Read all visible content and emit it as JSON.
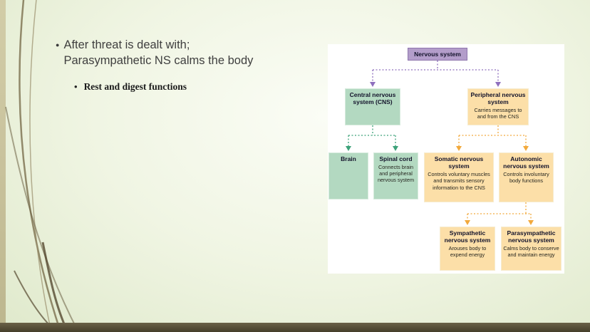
{
  "slide": {
    "bullets": {
      "main_dot": "●",
      "main_line1": "After threat is dealt with;",
      "main_line2": "Parasympathetic NS calms the body",
      "sub_dot": "•",
      "sub": "Rest and digest functions"
    }
  },
  "diagram": {
    "root": {
      "label": "Nervous system"
    },
    "cns": {
      "label": "Central nervous system (CNS)"
    },
    "peripheral": {
      "label": "Peripheral nervous system",
      "desc": "Carries messages to and from the CNS"
    },
    "brain": {
      "label": "Brain"
    },
    "spinal": {
      "label": "Spinal cord",
      "desc": "Connects brain and peripheral nervous system"
    },
    "somatic": {
      "label": "Somatic nervous system",
      "desc": "Controls voluntary muscles and transmits sensory information to the CNS"
    },
    "autonomic": {
      "label": "Autonomic nervous system",
      "desc": "Controls involuntary body functions"
    },
    "sympathetic": {
      "label": "Sympathetic nervous system",
      "desc": "Arouses body to expend energy"
    },
    "parasympathetic": {
      "label": "Parasympathetic nervous system",
      "desc": "Calms body to conserve and maintain energy"
    }
  },
  "colors": {
    "root-fill": "#b39dca",
    "green-fill": "#b3d9c1",
    "orange-fill": "#fcdfa8",
    "line-purple": "#8f6fbe",
    "line-green": "#3da27a",
    "line-orange": "#f2a93c"
  }
}
